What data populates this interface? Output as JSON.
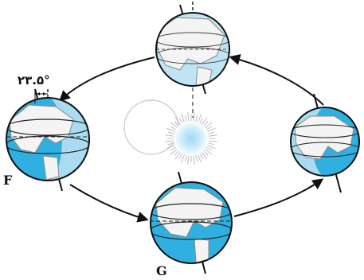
{
  "labels": {
    "angle": "۲۳.۵°",
    "position_f": "F",
    "position_g": "G"
  },
  "colors": {
    "ocean": "#2fb0e0",
    "ocean_light": "#bfe4f3",
    "land": "#f4f4f4",
    "outline": "#111111",
    "sun_core": "#bfe6fa",
    "sun_glow": "#e9f6fc"
  },
  "icons": {
    "sun": "sun-icon",
    "earth": "globe-icon",
    "orbit": "orbit-arrow"
  }
}
